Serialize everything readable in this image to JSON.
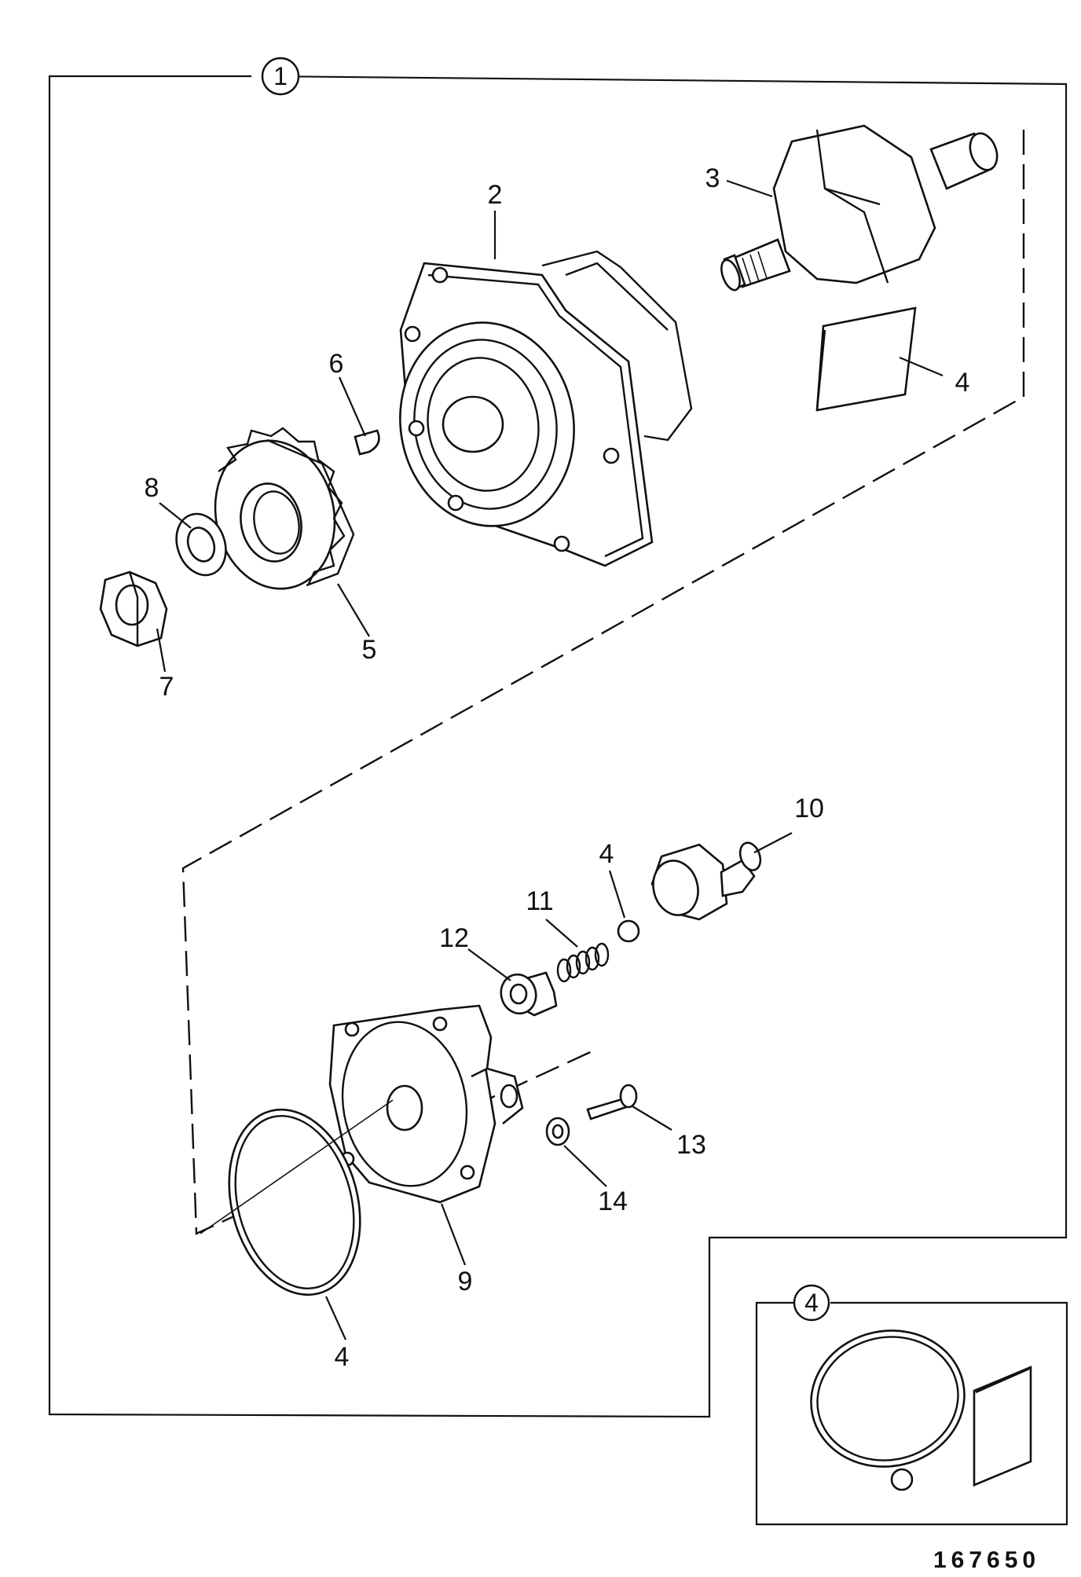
{
  "diagram": {
    "assembly_callout": "1",
    "kit_callout": "4",
    "figure_number": "167650",
    "part_labels": {
      "p2": "2",
      "p3": "3",
      "p4_plate": "4",
      "p6": "6",
      "p8": "8",
      "p5": "5",
      "p7": "7",
      "p10": "10",
      "p4_ball": "4",
      "p11": "11",
      "p12": "12",
      "p13": "13",
      "p14": "14",
      "p9": "9",
      "p4_ring": "4"
    }
  }
}
